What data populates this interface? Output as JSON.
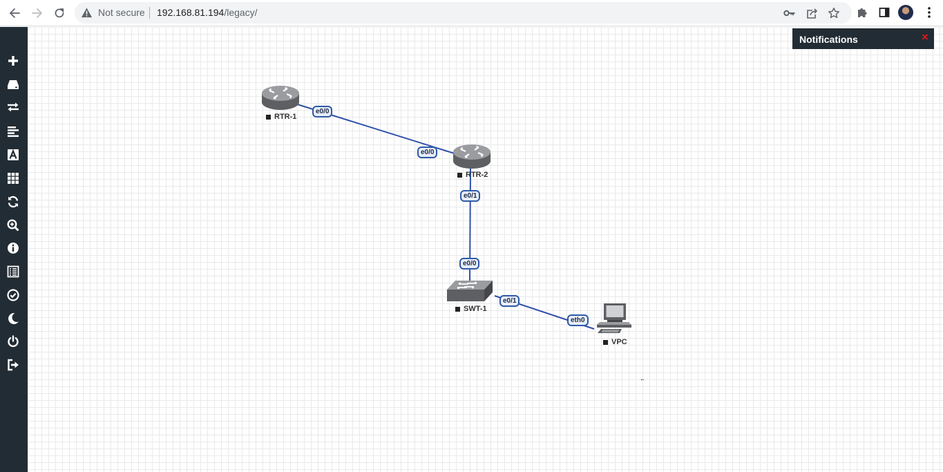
{
  "browser": {
    "security_label": "Not secure",
    "url_host": "192.168.81.194",
    "url_path": "/legacy/"
  },
  "notifications": {
    "title": "Notifications",
    "close_glyph": "×"
  },
  "sidebar": {
    "items": [
      {
        "name": "add-object",
        "icon": "plus-icon"
      },
      {
        "name": "nodes",
        "icon": "server-icon"
      },
      {
        "name": "networks",
        "icon": "exchange-icon"
      },
      {
        "name": "startup-configs",
        "icon": "align-left-icon"
      },
      {
        "name": "pictures",
        "icon": "font-icon"
      },
      {
        "name": "config-objects",
        "icon": "grid-icon"
      },
      {
        "name": "refresh-topology",
        "icon": "refresh-icon"
      },
      {
        "name": "zoom",
        "icon": "zoom-icon"
      },
      {
        "name": "lab-details",
        "icon": "info-icon"
      },
      {
        "name": "lab-list",
        "icon": "list-icon"
      },
      {
        "name": "lock-lab",
        "icon": "check-circle-icon"
      },
      {
        "name": "dark-mode",
        "icon": "moon-icon"
      },
      {
        "name": "close-lab",
        "icon": "power-icon"
      },
      {
        "name": "logout",
        "icon": "sign-out-icon"
      }
    ]
  },
  "topology": {
    "nodes": [
      {
        "id": "rtr1",
        "label": "RTR-1",
        "type": "router"
      },
      {
        "id": "rtr2",
        "label": "RTR-2",
        "type": "router"
      },
      {
        "id": "swt1",
        "label": "SWT-1",
        "type": "switch"
      },
      {
        "id": "vpc",
        "label": "VPC",
        "type": "vpc"
      }
    ],
    "links": [
      {
        "a": "rtr1",
        "a_if": "e0/0",
        "b": "rtr2",
        "b_if": "e0/0"
      },
      {
        "a": "rtr2",
        "a_if": "e0/1",
        "b": "swt1",
        "b_if": "e0/0"
      },
      {
        "a": "swt1",
        "a_if": "e0/1",
        "b": "vpc",
        "b_if": "eth0"
      }
    ],
    "link_color": "#2e4fa8"
  }
}
